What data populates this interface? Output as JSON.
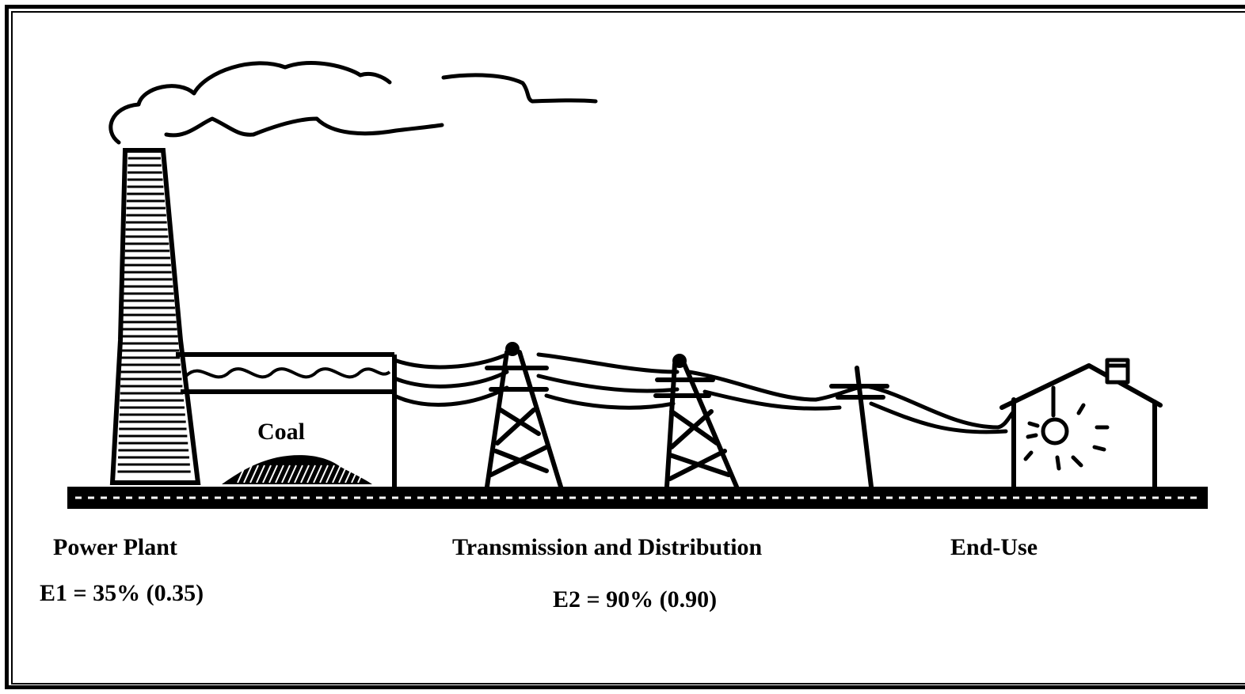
{
  "labels": {
    "coal": "Coal",
    "power_plant": "Power Plant",
    "transmission": "Transmission and Distribution",
    "end_use": "End-Use",
    "e1": "E1 = 35% (0.35)",
    "e2": "E2 = 90% (0.90)"
  },
  "colors": {
    "ink": "#000000",
    "background": "#ffffff"
  }
}
